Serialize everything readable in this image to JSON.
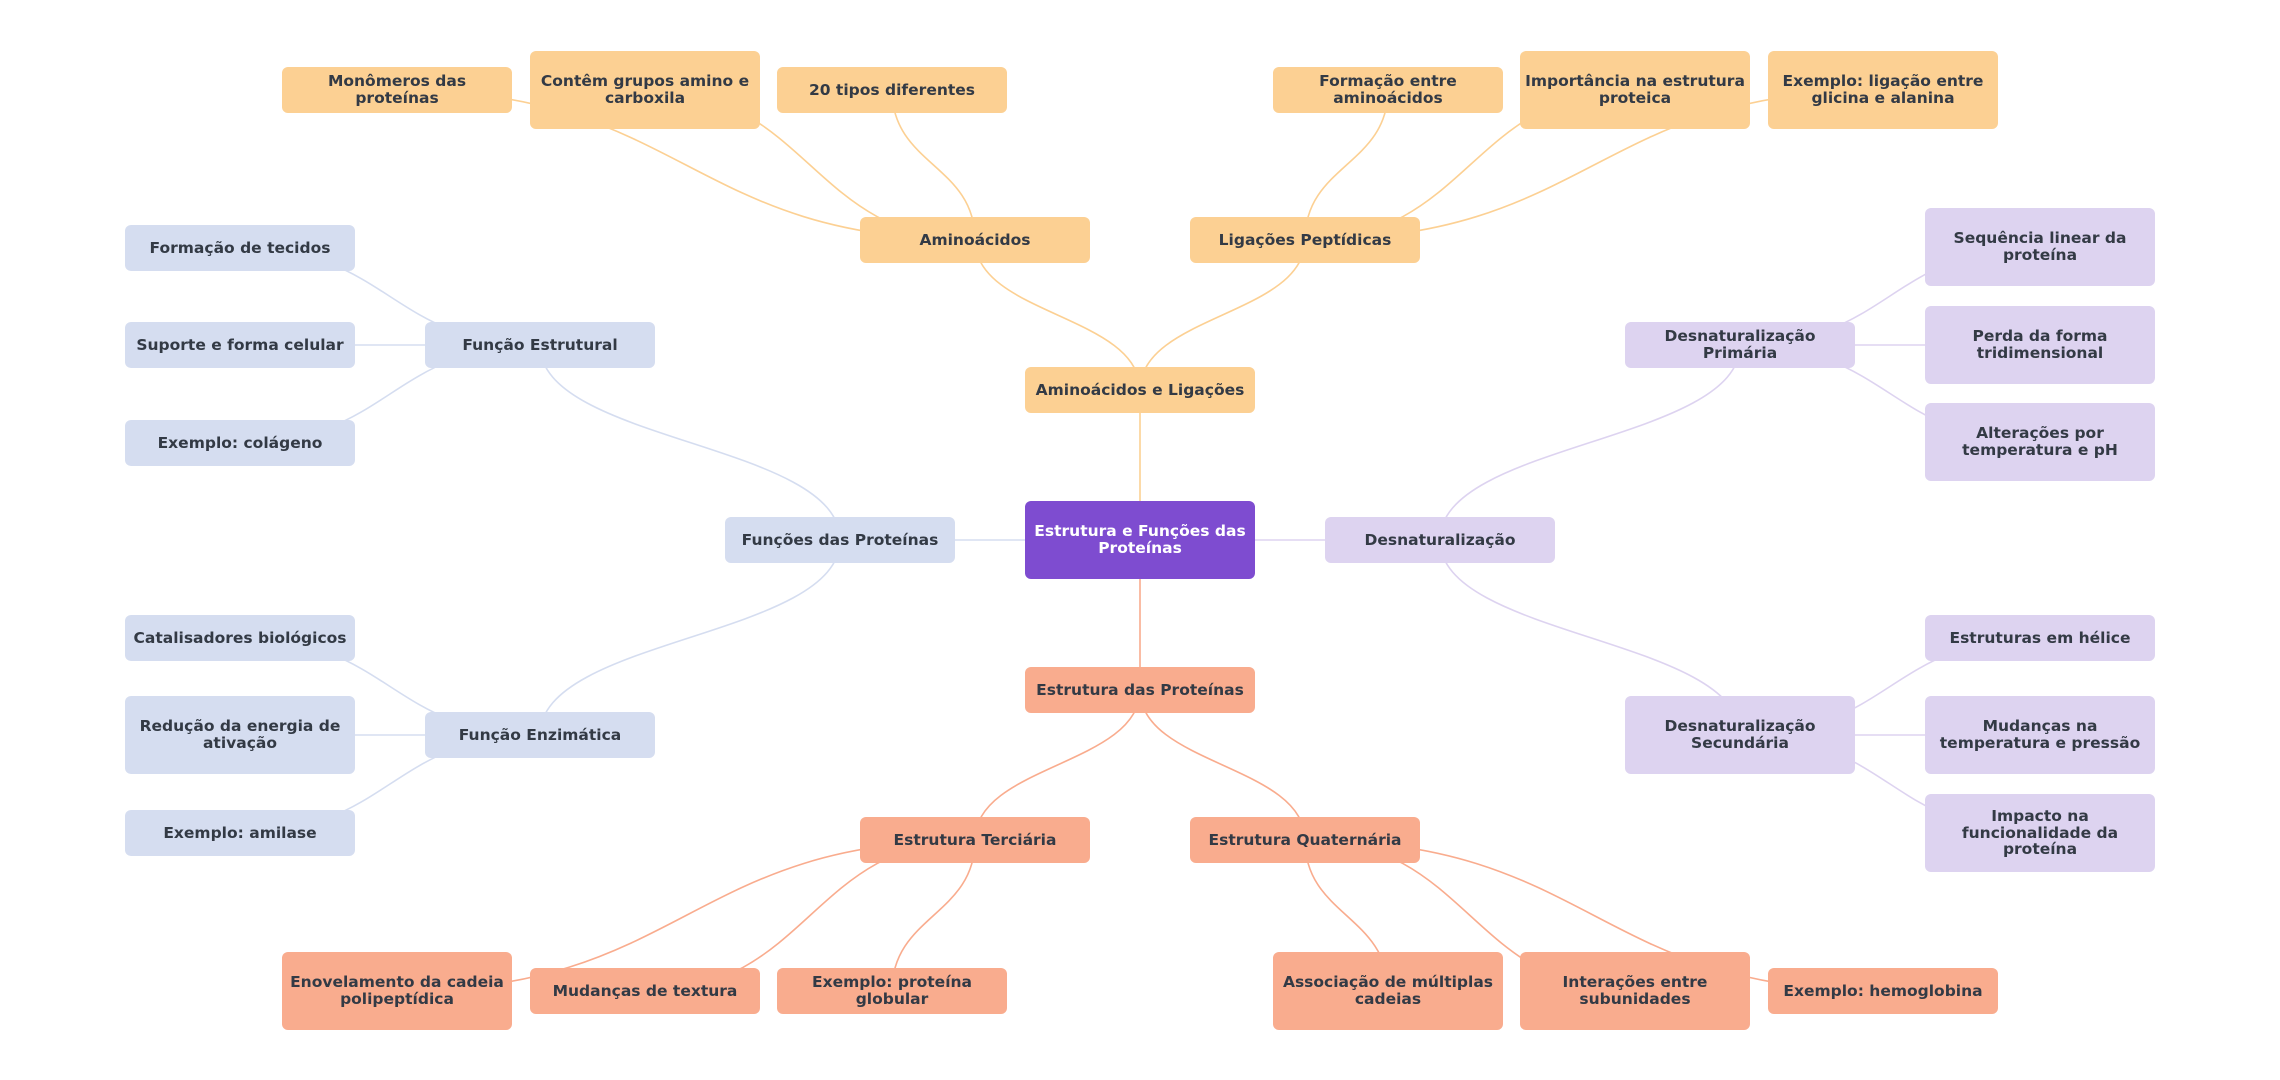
{
  "colors": {
    "root": "#7e4cd0",
    "aminoacidos_branch": "#fcd093",
    "funcoes_branch": "#d5ddf0",
    "desnaturacao_branch": "#ddd3f0",
    "estrutura_branch": "#f9ac8e"
  },
  "root": "Estrutura e Funções das Proteínas",
  "branches": {
    "aminoacidos_ligacoes": {
      "label": "Aminoácidos e Ligações",
      "aminoacidos": {
        "label": "Aminoácidos",
        "children": [
          "Monômeros das proteínas",
          "Contêm grupos amino e carboxila",
          "20 tipos diferentes"
        ]
      },
      "ligacoes": {
        "label": "Ligações Peptídicas",
        "children": [
          "Formação entre aminoácidos",
          "Importância na estrutura proteica",
          "Exemplo: ligação entre glicina e alanina"
        ]
      }
    },
    "funcoes": {
      "label": "Funções das Proteínas",
      "estrutural": {
        "label": "Função Estrutural",
        "children": [
          "Formação de tecidos",
          "Suporte e forma celular",
          "Exemplo: colágeno"
        ]
      },
      "enzimatica": {
        "label": "Função Enzimática",
        "children": [
          "Catalisadores biológicos",
          "Redução da energia de ativação",
          "Exemplo: amilase"
        ]
      }
    },
    "desnaturacao": {
      "label": "Desnaturalização",
      "primaria": {
        "label": "Desnaturalização Primária",
        "children": [
          "Sequência linear da proteína",
          "Perda da forma tridimensional",
          "Alterações por temperatura e pH"
        ]
      },
      "secundaria": {
        "label": "Desnaturalização Secundária",
        "children": [
          "Estruturas em hélice",
          "Mudanças na temperatura e pressão",
          "Impacto na funcionalidade da proteína"
        ]
      }
    },
    "estrutura": {
      "label": "Estrutura das Proteínas",
      "terciaria": {
        "label": "Estrutura Terciária",
        "children": [
          "Enovelamento da cadeia polipeptídica",
          "Mudanças de textura",
          "Exemplo: proteína globular"
        ]
      },
      "quaternaria": {
        "label": "Estrutura Quaternária",
        "children": [
          "Associação de múltiplas cadeias",
          "Interações entre subunidades",
          "Exemplo: hemoglobina"
        ]
      }
    }
  }
}
